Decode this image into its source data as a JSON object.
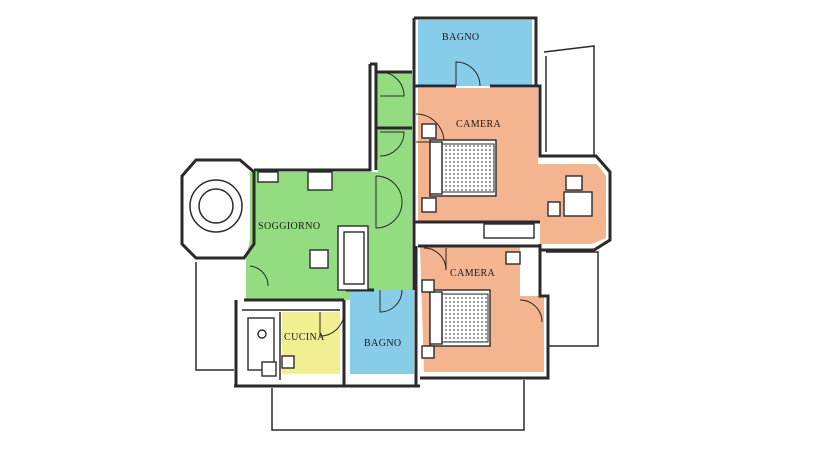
{
  "floorplan": {
    "rooms": {
      "bagno_top": {
        "label": "BAGNO",
        "color": "#87cdea"
      },
      "camera_top": {
        "label": "CAMERA",
        "color": "#f4b48f"
      },
      "soggiorno": {
        "label": "SOGGIORNO",
        "color": "#93dc82"
      },
      "camera_bottom": {
        "label": "CAMERA",
        "color": "#f4b48f"
      },
      "bagno_bottom": {
        "label": "BAGNO",
        "color": "#87cdea"
      },
      "cucina": {
        "label": "CUCINA",
        "color": "#f2ef92"
      }
    },
    "corridor_color": "#93dc82",
    "hatch_color": "#6a6a6a"
  }
}
